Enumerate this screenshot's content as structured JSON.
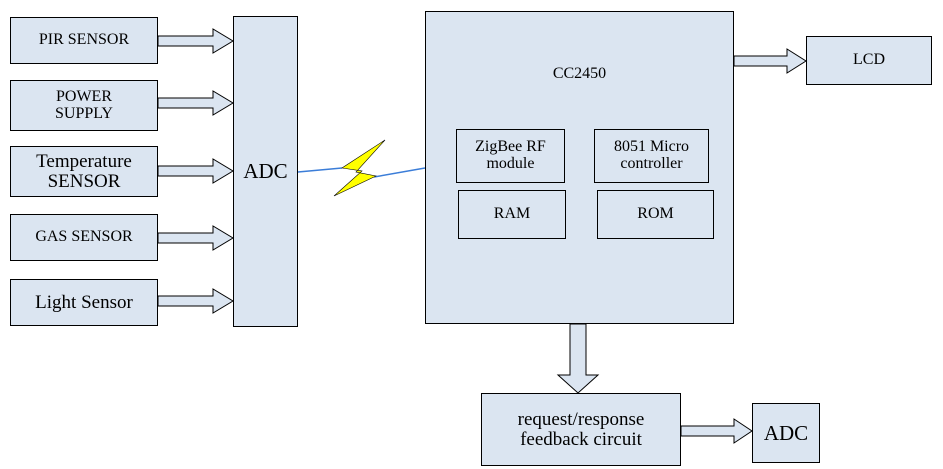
{
  "sensors": {
    "pir": "PIR SENSOR",
    "power": "POWER\nSUPPLY",
    "temperature": "Temperature\nSENSOR",
    "gas": "GAS SENSOR",
    "light": "Light Sensor"
  },
  "adc_left": "ADC",
  "cc2450": {
    "title": "CC2450",
    "zigbee": "ZigBee RF\nmodule",
    "micro": "8051 Micro\ncontroller",
    "ram": "RAM",
    "rom": "ROM"
  },
  "lcd": "LCD",
  "feedback": "request/response\nfeedback circuit",
  "adc_right": "ADC",
  "colors": {
    "box_fill": "#dbe5f1",
    "lightning": "#ffff00",
    "link_line": "#3b7dd8"
  }
}
